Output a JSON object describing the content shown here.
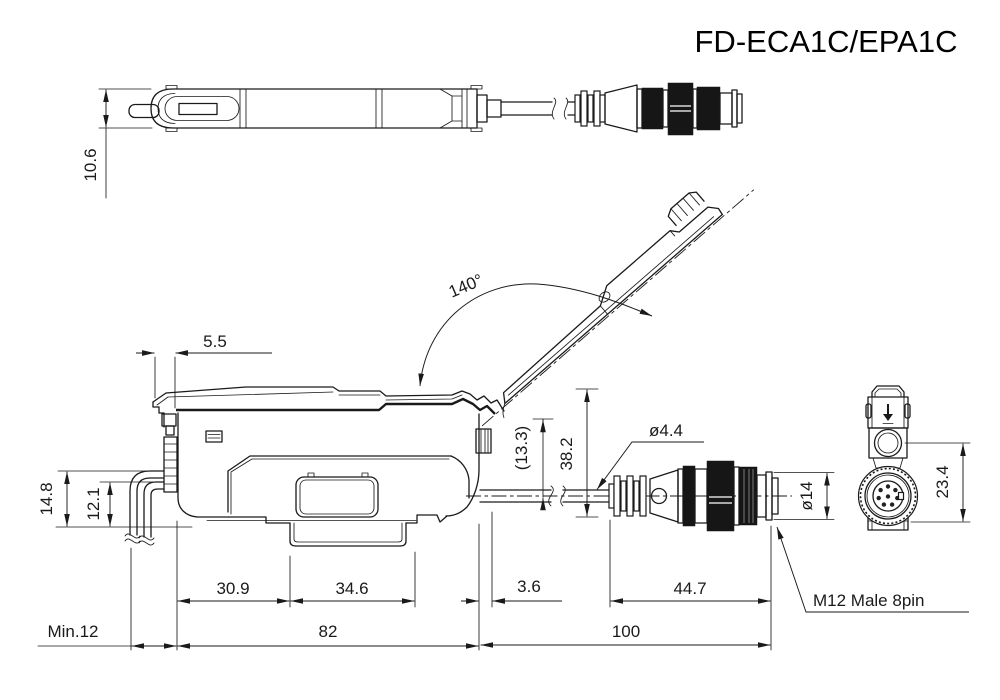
{
  "title": "FD-ECA1C/EPA1C",
  "colors": {
    "background": "#ffffff",
    "line": "#1a1a1a"
  },
  "dimensions": {
    "top_height": "10.6",
    "cover_angle": "140°",
    "cover_overhang": "5.5",
    "fiber_upper": "14.8",
    "fiber_lower": "12.1",
    "ref_height": "(13.3)",
    "overall_height": "38.2",
    "cable_dia": "ø4.4",
    "connector_dia": "ø14",
    "front_height": "23.4",
    "seg1": "30.9",
    "seg2": "34.6",
    "seg3": "3.6",
    "seg4": "44.7",
    "min_bend": "Min.12",
    "body_length": "82",
    "cable_length": "100"
  },
  "labels": {
    "connector_type": "M12 Male 8pin"
  }
}
